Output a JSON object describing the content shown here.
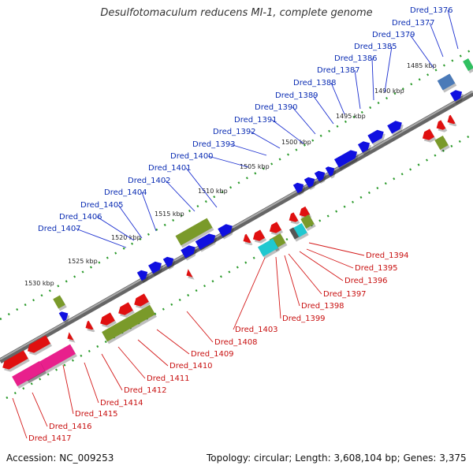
{
  "title": "Desulfotomaculum reducens MI-1, complete genome",
  "footer": {
    "accession": "Accession: NC_009253",
    "topology": "Topology: circular; Length: 3,608,104 bp; Genes: 3,375"
  },
  "ticks": [
    "1485 kbp",
    "1490 kbp",
    "1495 kbp",
    "1500 kbp",
    "1505 kbp",
    "1510 kbp",
    "1515 kbp",
    "1520 kbp",
    "1525 kbp",
    "1530 kbp"
  ],
  "forward_genes": [
    "Dred_1376",
    "Dred_1377",
    "Dred_1379",
    "Dred_1385",
    "Dred_1386",
    "Dred_1387",
    "Dred_1388",
    "Dred_1389",
    "Dred_1390",
    "Dred_1391",
    "Dred_1392",
    "Dred_1393",
    "Dred_1400",
    "Dred_1401",
    "Dred_1402",
    "Dred_1404",
    "Dred_1405",
    "Dred_1406",
    "Dred_1407"
  ],
  "reverse_genes": [
    "Dred_1394",
    "Dred_1395",
    "Dred_1396",
    "Dred_1397",
    "Dred_1398",
    "Dred_1399",
    "Dred_1403",
    "Dred_1408",
    "Dred_1409",
    "Dred_1410",
    "Dred_1411",
    "Dred_1412",
    "Dred_1414",
    "Dred_1415",
    "Dred_1416",
    "Dred_1417"
  ],
  "colors": {
    "forward_cds": "#1010e0",
    "reverse_cds": "#e01010",
    "rna_olive": "#7a9a2a",
    "pink": "#e8208c",
    "cyan": "#20c8d0",
    "steel": "#4a7ab8",
    "backbone": "#777777",
    "tick_dots": "#2a9a2a"
  }
}
